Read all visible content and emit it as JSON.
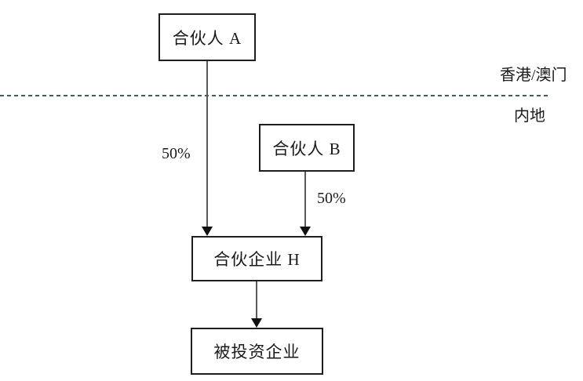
{
  "nodes": {
    "partner_a": {
      "label": "合伙人 A"
    },
    "partner_b": {
      "label": "合伙人 B"
    },
    "partnership_h": {
      "label": "合伙企业 H"
    },
    "investee": {
      "label": "被投资企业"
    }
  },
  "edges": {
    "a_to_h": {
      "label": "50%"
    },
    "b_to_h": {
      "label": "50%"
    }
  },
  "regions": {
    "above_label": "香港/澳门",
    "below_label": "内地"
  },
  "colors": {
    "background": "#ffffff",
    "box_border": "#1f1f1f",
    "text": "#1a1a1a",
    "arrow_line": "#5a5a5a",
    "arrowhead": "#101010",
    "dashed_line": "#3b5f5f"
  }
}
